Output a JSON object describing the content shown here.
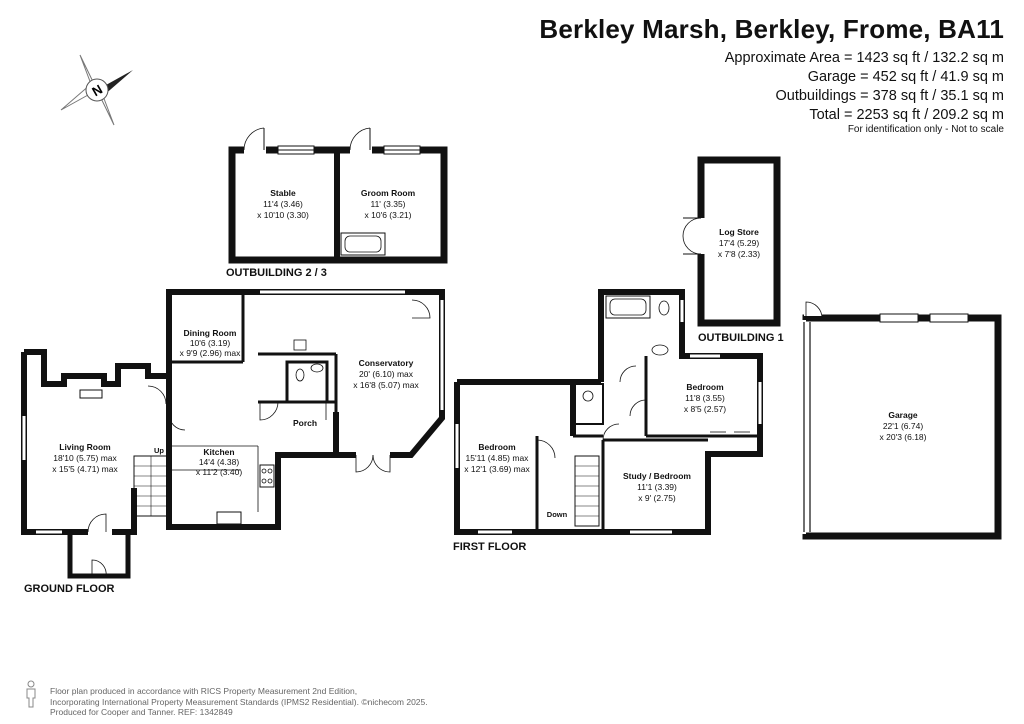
{
  "header": {
    "title": "Berkley Marsh, Berkley, Frome, BA11",
    "area_lines": [
      "Approximate Area = 1423 sq ft / 132.2 sq m",
      "Garage = 452 sq ft / 41.9 sq m",
      "Outbuildings = 378 sq ft / 35.1 sq m",
      "Total = 2253 sq ft / 209.2 sq m"
    ],
    "note": "For identification only - Not to scale"
  },
  "compass": {
    "letter": "N"
  },
  "floors": {
    "ground": "GROUND FLOOR",
    "first": "FIRST FLOOR",
    "outbuilding_23": "OUTBUILDING 2 / 3",
    "outbuilding_1": "OUTBUILDING 1"
  },
  "rooms": {
    "stable": {
      "name": "Stable",
      "l1": "11'4 (3.46)",
      "l2": "x 10'10 (3.30)"
    },
    "groom": {
      "name": "Groom Room",
      "l1": "11' (3.35)",
      "l2": "x 10'6 (3.21)"
    },
    "logstore": {
      "name": "Log Store",
      "l1": "17'4 (5.29)",
      "l2": "x 7'8 (2.33)"
    },
    "dining": {
      "name": "Dining Room",
      "l1": "10'6 (3.19)",
      "l2": "x 9'9 (2.96) max"
    },
    "conservatory": {
      "name": "Conservatory",
      "l1": "20' (6.10) max",
      "l2": "x 16'8 (5.07) max"
    },
    "porch": {
      "name": "Porch"
    },
    "living": {
      "name": "Living Room",
      "l1": "18'10 (5.75) max",
      "l2": "x 15'5 (4.71) max"
    },
    "kitchen": {
      "name": "Kitchen",
      "l1": "14'4 (4.38)",
      "l2": "x 11'2 (3.40)"
    },
    "bed1": {
      "name": "Bedroom",
      "l1": "15'11 (4.85) max",
      "l2": "x 12'1 (3.69) max"
    },
    "bed2": {
      "name": "Bedroom",
      "l1": "11'8 (3.55)",
      "l2": "x 8'5 (2.57)"
    },
    "study": {
      "name": "Study / Bedroom",
      "l1": "11'1 (3.39)",
      "l2": "x 9' (2.75)"
    },
    "garage": {
      "name": "Garage",
      "l1": "22'1 (6.74)",
      "l2": "x 20'3 (6.18)"
    }
  },
  "stairs": {
    "up": "Up",
    "down": "Down"
  },
  "footer": {
    "lines": [
      "Floor plan produced in accordance with RICS Property Measurement 2nd Edition,",
      "Incorporating International Property Measurement Standards (IPMS2 Residential).  ©nichecom 2025.",
      "Produced for Cooper and Tanner.   REF: 1342849"
    ]
  }
}
